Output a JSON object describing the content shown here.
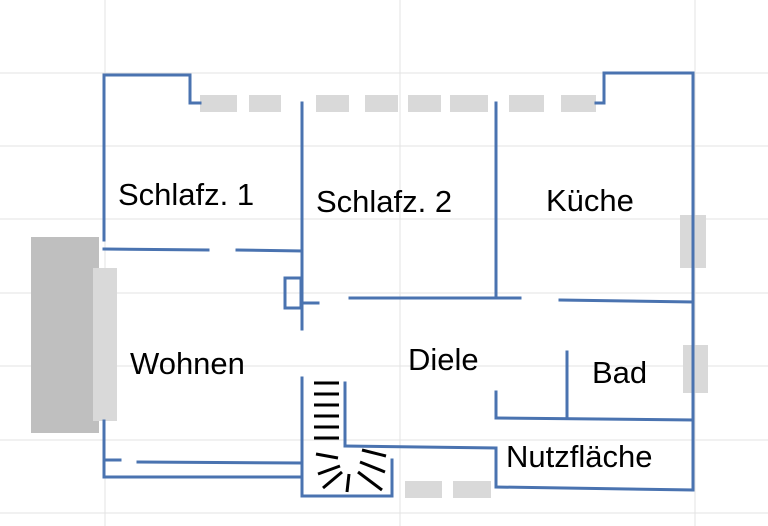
{
  "colors": {
    "wall": "#4a73b0",
    "window": "#d9d9d9",
    "balcony": "#bfbfbf",
    "grid": "#e3e3e3",
    "text": "#000000"
  },
  "rooms": [
    {
      "id": "schlafz1",
      "label": "Schlafz. 1"
    },
    {
      "id": "schlafz2",
      "label": "Schlafz. 2"
    },
    {
      "id": "kueche",
      "label": "Küche"
    },
    {
      "id": "wohnen",
      "label": "Wohnen"
    },
    {
      "id": "diele",
      "label": "Diele"
    },
    {
      "id": "bad",
      "label": "Bad"
    },
    {
      "id": "nutzflaeche",
      "label": "Nutzfläche"
    }
  ]
}
